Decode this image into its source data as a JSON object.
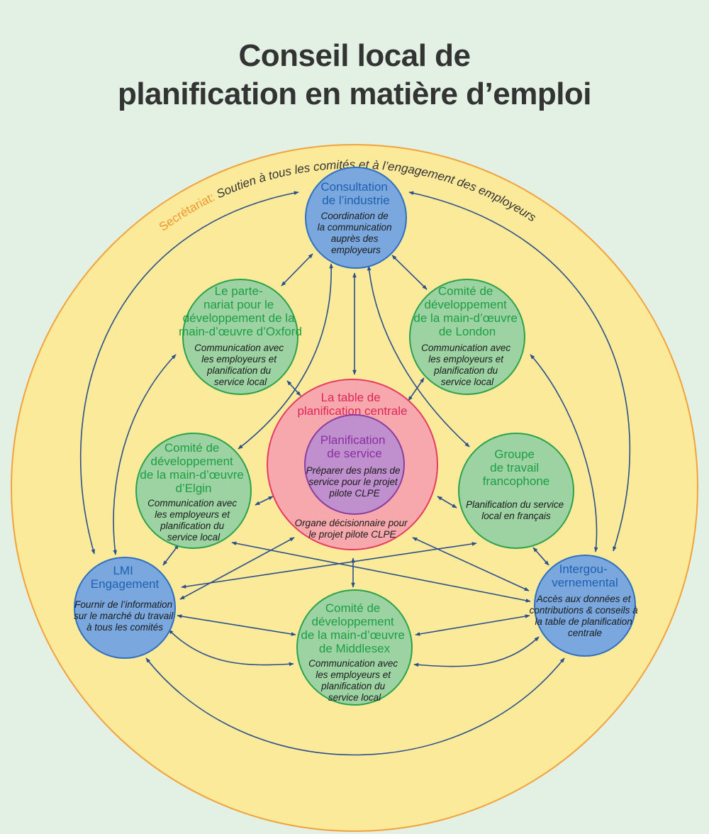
{
  "title": {
    "line1": "Conseil local de",
    "line2": "planification en matière d’emploi"
  },
  "secretariat": {
    "label": "Secrétariat:",
    "text": " Soutien à tous les comités et à l’engagement des employeurs"
  },
  "colors": {
    "background": "#e3f1e4",
    "outer_circle_fill": "#fcea9b",
    "outer_circle_stroke": "#f2a23c",
    "secretariat_label": "#f0952e",
    "blue_fill": "#7aa8de",
    "blue_stroke": "#2e6fbf",
    "blue_title": "#1e5fb0",
    "green_fill": "#9dd3a3",
    "green_stroke": "#2aa14a",
    "green_title": "#1d9e44",
    "pink_fill": "#f6a8ad",
    "pink_stroke": "#e63a62",
    "pink_title": "#e0245a",
    "purple_fill": "#c08fce",
    "purple_stroke": "#8b3f9c",
    "purple_title": "#8a2ea3",
    "arrow": "#2a4f8a"
  },
  "nodes": {
    "industry": {
      "title": [
        "Consultation",
        "de l’industrie"
      ],
      "desc": [
        "Coordination de",
        "la communication",
        "auprès des",
        "employeurs"
      ]
    },
    "oxford": {
      "title": [
        "Le parte-",
        "nariat pour le",
        "développement de la",
        "main-d’œuvre d’Oxford"
      ],
      "desc": [
        "Communication avec",
        "les employeurs et",
        "planification du",
        "service local"
      ]
    },
    "london": {
      "title": [
        "Comité de",
        "développement",
        "de la main-d’œuvre",
        "de London"
      ],
      "desc": [
        "Communication avec",
        "les employeurs et",
        "planification du",
        "service local"
      ]
    },
    "central": {
      "title": [
        "La table de",
        "planification centrale"
      ],
      "desc": [
        "Organe décisionnaire pour",
        "le projet pilote CLPE"
      ]
    },
    "service": {
      "title": [
        "Planification",
        "de service"
      ],
      "desc": [
        "Préparer des plans de",
        "service pour le projet",
        "pilote CLPE"
      ]
    },
    "elgin": {
      "title": [
        "Comité de",
        "développement",
        "de la main-d’œuvre",
        "d’Elgin"
      ],
      "desc": [
        "Communication avec",
        "les employeurs et",
        "planification du",
        "service local"
      ]
    },
    "franco": {
      "title": [
        "Groupe",
        "de travail",
        "francophone"
      ],
      "desc": [
        "Planification du service",
        "local en français"
      ]
    },
    "lmi": {
      "title": [
        "LMI",
        "Engagement"
      ],
      "desc": [
        "Fournir de l’information",
        "sur le marché du travail",
        "à tous les comités"
      ]
    },
    "inter": {
      "title": [
        "Intergou-",
        "vernemental"
      ],
      "desc": [
        "Accès aux données et",
        "contributions & conseils à",
        "la table de planification",
        "centrale"
      ]
    },
    "middlesex": {
      "title": [
        "Comité de",
        "développement",
        "de la main-d’œuvre",
        "de Middlesex"
      ],
      "desc": [
        "Communication avec",
        "les employeurs et",
        "planification du",
        "service local"
      ]
    }
  }
}
